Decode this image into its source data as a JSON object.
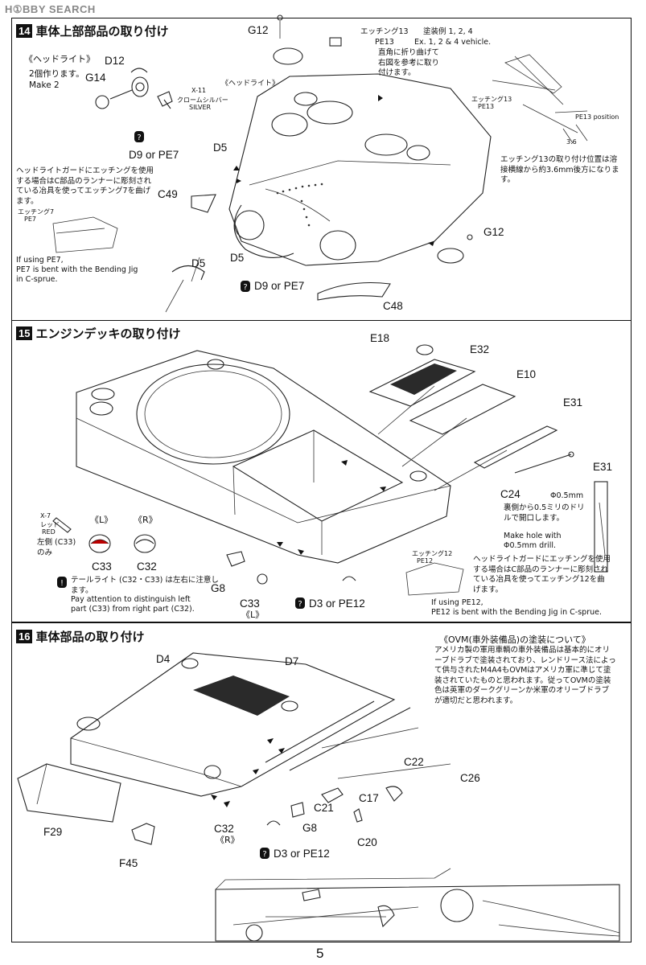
{
  "watermark": {
    "brand": "H①BBY SEARCH"
  },
  "page_number": "5",
  "step14": {
    "number": "14",
    "title": "車体上部部品の取り付け",
    "headlight_title": "《ヘッドライト》",
    "make_two_jp": "2個作ります。",
    "make_two_en": "Make 2",
    "parts": {
      "d12": "D12",
      "g14": "G14",
      "g12_top": "G12",
      "g12_right": "G12",
      "d5_top": "D5",
      "d5_bottom": "D5",
      "d5_lower": "D5",
      "d9_pe7_top": "D9 or PE7",
      "d9_pe7_bottom": "D9 or PE7",
      "c49": "C49",
      "c48": "C48"
    },
    "paint_code": "X-11",
    "paint_jp": "クロームシルバー",
    "paint_en": "SILVER",
    "headlight_callout": "《ヘッドライト》",
    "pe7_note_jp": "ヘッドライトガードにエッチングを使用する場合はC部品のランナーに彫刻されている冶具を使ってエッチング7を曲げます。",
    "pe7_label_jp": "エッチング7",
    "pe7_label_en": "PE7",
    "pe7_note_en_1": "If using PE7,",
    "pe7_note_en_2": "PE7 is bent with the Bending Jig",
    "pe7_note_en_3": "in C-sprue.",
    "pe13_head_jp": "エッチング13",
    "pe13_head_en": "PE13",
    "pe13_scheme_jp": "塗装例 1, 2, 4",
    "pe13_scheme_en": "Ex. 1, 2 & 4 vehicle.",
    "pe13_note_jp": "直角に折り曲げて右図を参考に取り付けます。",
    "pe13_side_jp": "エッチング13",
    "pe13_side_en": "PE13",
    "pe13_position": "PE13 position",
    "pe13_dimension": "3.6",
    "pe13_pos_note_jp": "エッチング13の取り付け位置は溶接横線から約3.6mm後方になります。"
  },
  "step15": {
    "number": "15",
    "title": "エンジンデッキの取り付け",
    "parts": {
      "e18": "E18",
      "e32": "E32",
      "e10": "E10",
      "e31": "E31",
      "e31_side": "E31",
      "c24": "C24",
      "c33": "C33",
      "c32": "C32",
      "g8": "G8",
      "c33_bottom": "C33",
      "d3_pe12": "D3 or PE12"
    },
    "left_mark": "《L》",
    "right_mark": "《R》",
    "left_mark_bottom": "《L》",
    "paint_code": "X-7",
    "paint_jp": "レッド",
    "paint_en": "RED",
    "c33_only_1": "左側 (C33)",
    "c33_only_2": "のみ",
    "taillight_jp": "テールライト (C32・C33) は左右に注意します。",
    "taillight_en_1": "Pay attention to distinguish left",
    "taillight_en_2": "part (C33) from right part (C32).",
    "drill_size": "Φ0.5mm",
    "drill_jp": "裏側から0.5ミリのドリルで開口します。",
    "drill_en_1": "Make hole with",
    "drill_en_2": "Φ0.5mm drill.",
    "pe12_label_jp": "エッチング12",
    "pe12_label_en": "PE12",
    "pe12_note_jp": "ヘッドライトガードにエッチングを使用する場合はC部品のランナーに彫刻されている冶具を使ってエッチング12を曲げます。",
    "pe12_note_en_1": "If using PE12,",
    "pe12_note_en_2": "PE12 is bent with the Bending Jig in C-sprue."
  },
  "step16": {
    "number": "16",
    "title": "車体部品の取り付け",
    "ovm_title": "《OVM(車外装備品)の塗装について》",
    "ovm_text": "アメリカ製の軍用車輌の車外装備品は基本的にオリーブドラブで塗装されており、レンドリース法によって供与されたM4A4もOVMはアメリカ軍に準じて塗装されていたものと思われます。従ってOVMの塗装色は英軍のダークグリーンか米軍のオリーブドラブが適切だと思われます。",
    "parts": {
      "d4": "D4",
      "d7": "D7",
      "c22": "C22",
      "c26": "C26",
      "c21": "C21",
      "c17": "C17",
      "g8": "G8",
      "c20": "C20",
      "c32": "C32",
      "f29": "F29",
      "f45": "F45",
      "d3_pe12": "D3 or PE12"
    },
    "right_mark": "《R》"
  }
}
